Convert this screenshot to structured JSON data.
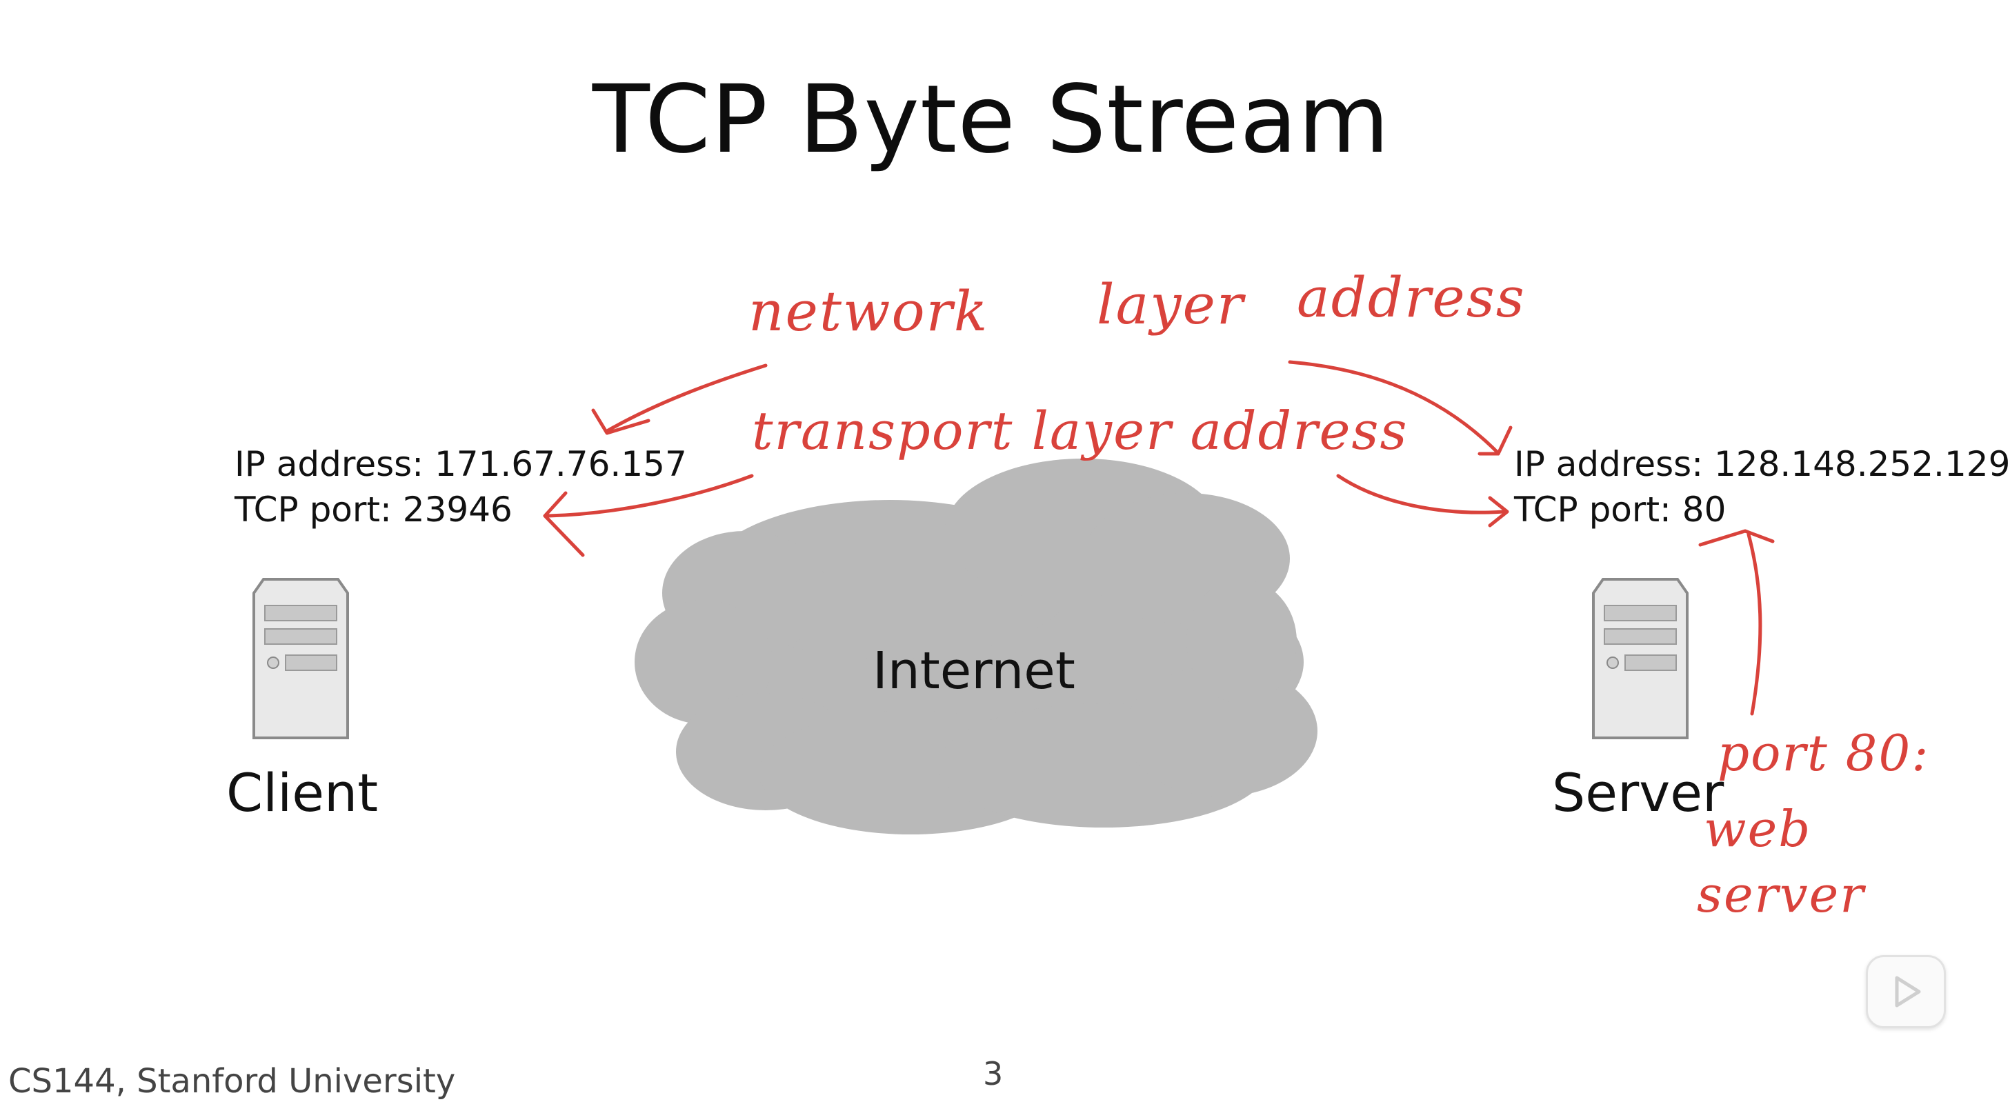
{
  "slide": {
    "title": "TCP Byte Stream",
    "client": {
      "ip_line": "IP address: 171.67.76.157",
      "port_line": "TCP port: 23946",
      "label": "Client"
    },
    "server": {
      "ip_line": "IP address: 128.148.252.129",
      "port_line": "TCP port: 80",
      "label": "Server"
    },
    "cloud_label": "Internet",
    "footer": "CS144, Stanford University",
    "page_number": "3"
  },
  "annotations": {
    "network": "network",
    "layer": "layer",
    "address": "address",
    "transport_layer_address": "transport layer address",
    "port80": "port 80:",
    "web": "web",
    "server": "server"
  },
  "colors": {
    "ink": "#d9423b",
    "cloud": "#b9b9b9",
    "server_body": "#e9e9e9",
    "text": "#111111"
  },
  "icons": {
    "server": "server-tower-icon",
    "cloud": "cloud-icon",
    "play": "play-icon"
  }
}
